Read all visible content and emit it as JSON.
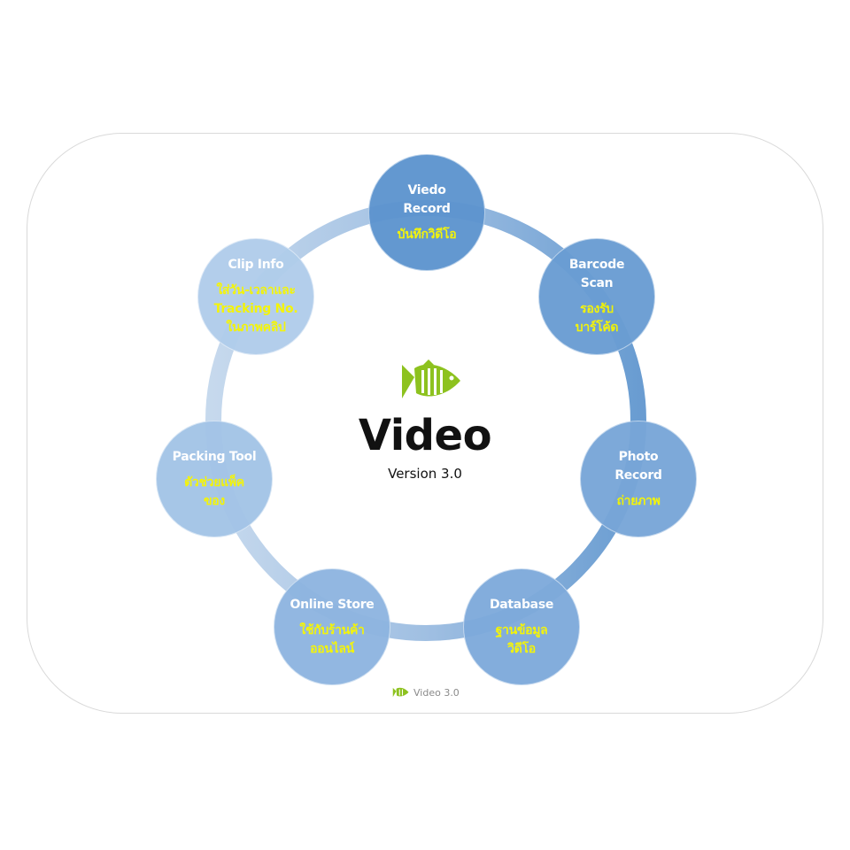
{
  "app": {
    "title": "Video",
    "version": "Version 3.0",
    "footer_label": "Video 3.0",
    "logo_icon": "fish-logo-icon",
    "brand_color": "#8dc21f"
  },
  "nodes": [
    {
      "id": "video-record",
      "title": "Viedo\nRecord",
      "subtitle": "บันทึกวิดีโอ"
    },
    {
      "id": "barcode-scan",
      "title": "Barcode\nScan",
      "subtitle": "รองรับ\nบาร์โค้ด"
    },
    {
      "id": "photo-record",
      "title": "Photo\nRecord",
      "subtitle": "ถ่ายภาพ"
    },
    {
      "id": "database",
      "title": "Database",
      "subtitle": "ฐานข้อมูล\nวิดีโอ"
    },
    {
      "id": "online-store",
      "title": "Online Store",
      "subtitle": "ใช้กับร้านค้า\nออนไลน์"
    },
    {
      "id": "packing-tool",
      "title": "Packing Tool",
      "subtitle": "ตัวช่วยแพ็ค\nของ"
    },
    {
      "id": "clip-info",
      "title": "Clip Info",
      "subtitle": "ใส่วัน-เวลาและ\nTracking No.\nในภาพคลิป"
    }
  ],
  "colors": {
    "ring_dark": "#4a86c5",
    "ring_light": "#c3d6ec",
    "node_dark": "#5b93cf",
    "node_light": "#a9c8e8",
    "subtitle_text": "#f4f400"
  }
}
